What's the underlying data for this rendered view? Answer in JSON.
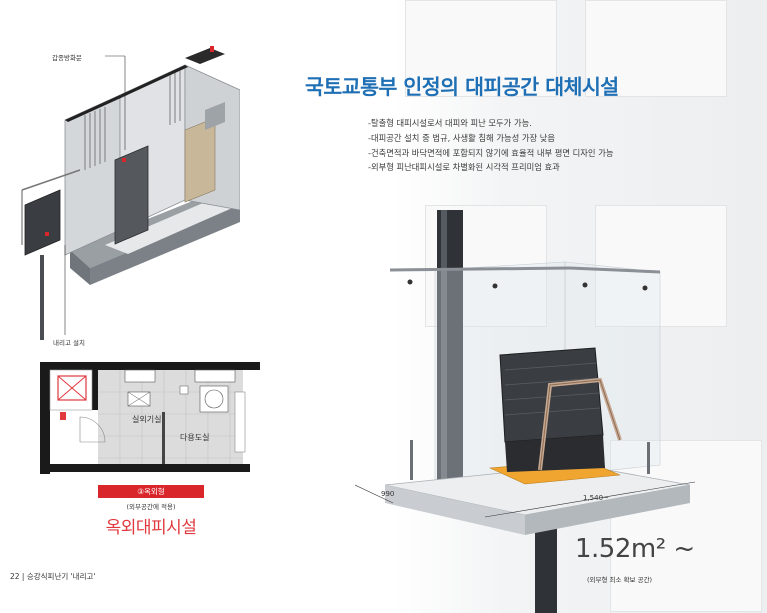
{
  "title": "국토교통부 인정의 대피공간 대체시설",
  "bullets": [
    "-탈출형 대피시설로서 대피와 피난 모두가 가능.",
    "-대피공간 설치 중 법규, 사생활 침해 가능성 가장 낮음",
    "-건축면적과 바닥면적에 포함되지 않기에 효율적 내부 평면 디자인 가능",
    "-외부형 피난대피시설로 차별화된 시각적 프리미엄 효과"
  ],
  "labels": {
    "fire_door": "갑종방화문",
    "ladder_install": "내리고 설치"
  },
  "floorplan": {
    "room1": "실외기실",
    "room2": "다용도실"
  },
  "type": {
    "badge": "③옥외형",
    "sub": "(외부공간에 적용)",
    "name": "옥외대피시설"
  },
  "dimensions": {
    "depth": "990",
    "width": "1,540~"
  },
  "area": {
    "value": "1.52m² ~",
    "note": "(외부형 최소 확보 공간)"
  },
  "footer": "22  |  승강식피난기 '내리고'",
  "colors": {
    "title": "#1f6fb5",
    "badge": "#d9262b",
    "type_name": "#e03a3e",
    "hatch_yellow": "#f0a531"
  }
}
